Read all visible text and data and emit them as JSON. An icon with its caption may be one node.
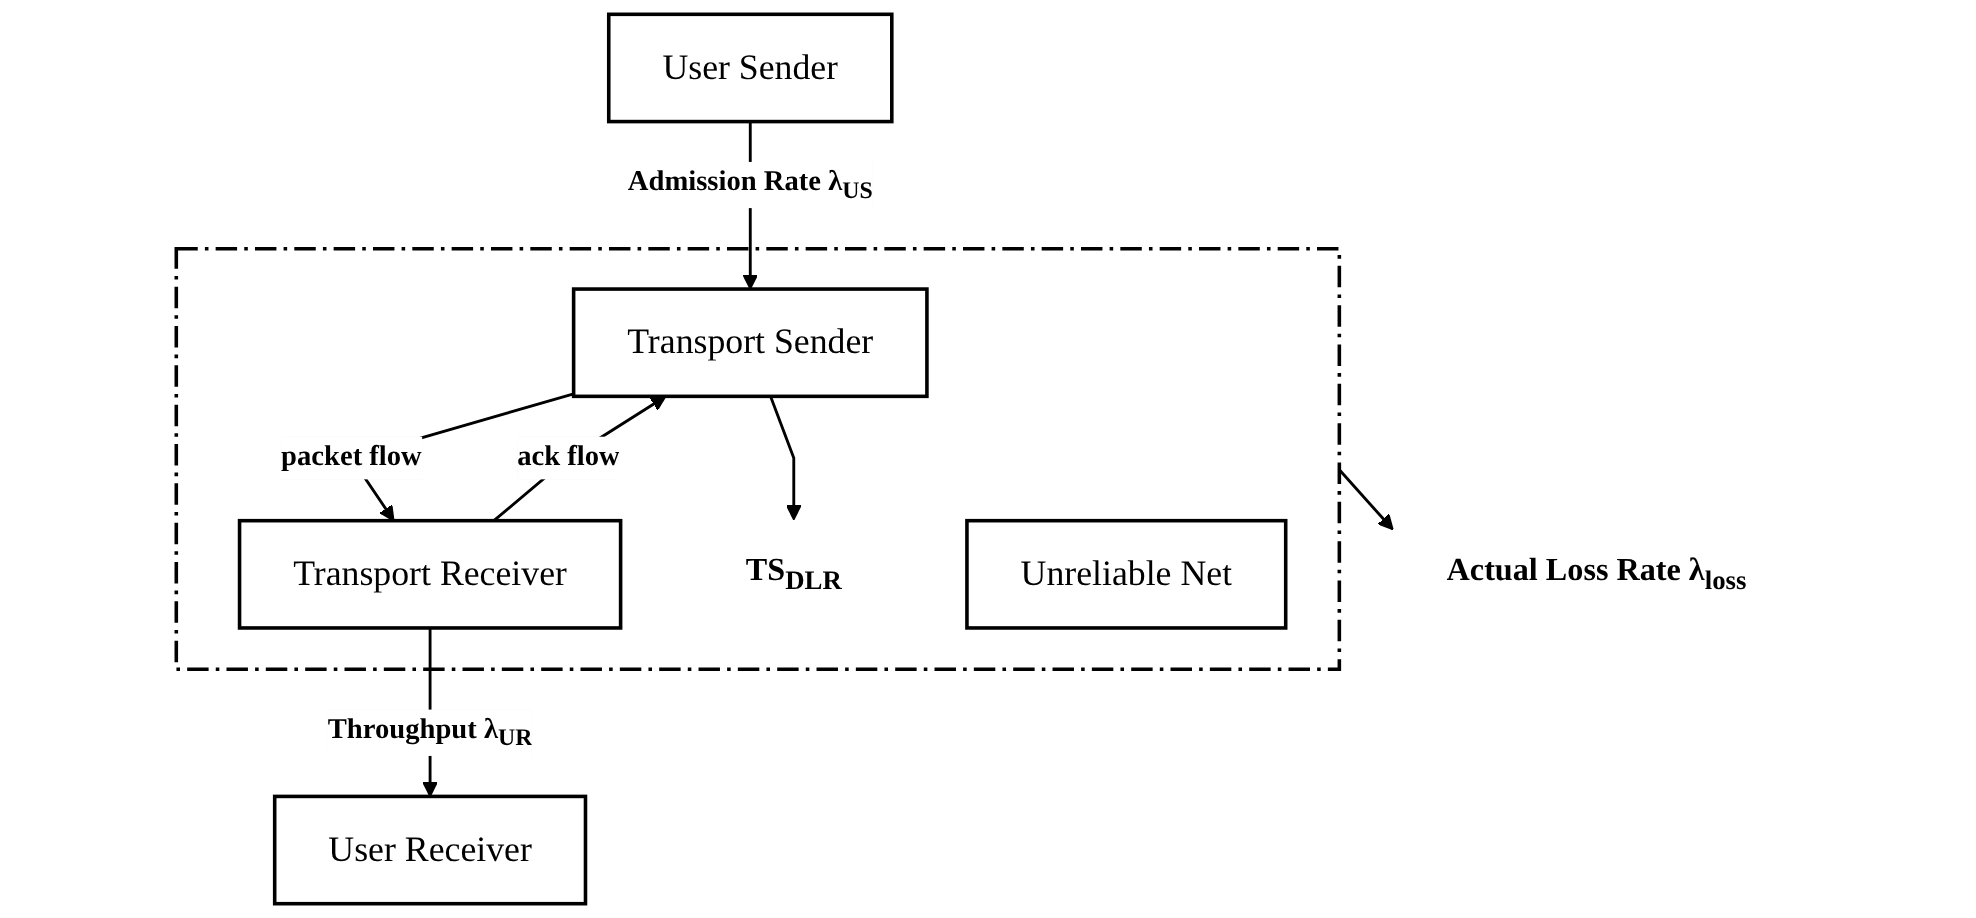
{
  "diagram": {
    "nodes": [
      {
        "text": [
          "User Sender"
        ]
      },
      {
        "text": [
          "User Receiver"
        ]
      },
      {
        "text": [
          "Actual Loss Rate λ$_{loss}$"
        ]
      },
      {
        "text": [],
        "shape": "box"
      },
      {
        "text": [
          "Transport Sender"
        ],
        "in": 3
      },
      {
        "text": [
          "Transport Receiver"
        ],
        "in": 3
      },
      {
        "text": [
          "TS$_{DLR}$"
        ],
        "in": 3
      },
      {
        "text": [
          "Unreliable Net"
        ],
        "in": 3
      }
    ],
    "edges": [
      {
        "from": 0,
        "to": 4,
        "arrow": "to",
        "label": "Admission Rate λ$_{US}$"
      },
      {
        "from": 5,
        "to": 1,
        "arrow": "to",
        "label": "Throughput λ$_{UR}$"
      },
      {
        "from": 3,
        "to": 2,
        "arrow": "to"
      },
      {
        "from": 4,
        "to": 6,
        "arrow": "to"
      },
      {
        "from": 4,
        "to": 5,
        "arrow": "to",
        "label": "packet flow"
      },
      {
        "from": 5,
        "to": 4,
        "arrow": "to",
        "label": "ack flow"
      }
    ]
  }
}
